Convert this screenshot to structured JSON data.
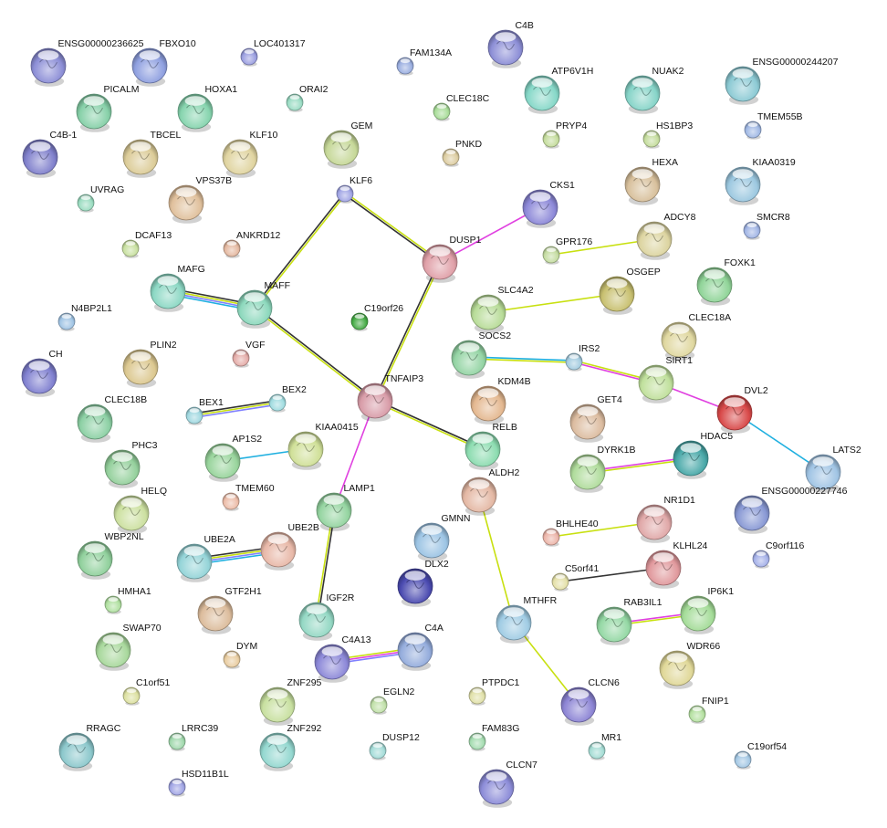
{
  "network": {
    "nodes": [
      {
        "name": "ENSG00000236625",
        "color": "#8c8ed6",
        "size": "large"
      },
      {
        "name": "FBXO10",
        "color": "#8fa0e0",
        "size": "large"
      },
      {
        "name": "LOC401317",
        "color": "#9a9ee0",
        "size": "small"
      },
      {
        "name": "FAM134A",
        "color": "#9aaee0",
        "size": "small"
      },
      {
        "name": "C4B",
        "color": "#8c8ed6",
        "size": "large"
      },
      {
        "name": "C4B-1",
        "color": "#8080cc",
        "size": "large"
      },
      {
        "name": "PICALM",
        "color": "#86d0a8",
        "size": "large"
      },
      {
        "name": "HOXA1",
        "color": "#86d4ae",
        "size": "large"
      },
      {
        "name": "ORAI2",
        "color": "#9adcc4",
        "size": "small"
      },
      {
        "name": "GEM",
        "color": "#c6d898",
        "size": "large"
      },
      {
        "name": "CLEC18C",
        "color": "#a8dc98",
        "size": "small"
      },
      {
        "name": "ATP6V1H",
        "color": "#86d8c8",
        "size": "large"
      },
      {
        "name": "NUAK2",
        "color": "#86d4c8",
        "size": "large"
      },
      {
        "name": "ENSG00000244207",
        "color": "#8ccad4",
        "size": "large"
      },
      {
        "name": "TMEM55B",
        "color": "#a0b8e4",
        "size": "small"
      },
      {
        "name": "PRYP4",
        "color": "#c4dc9c",
        "size": "small"
      },
      {
        "name": "HS1BP3",
        "color": "#c4dc9c",
        "size": "small"
      },
      {
        "name": "PNKD",
        "color": "#dccca0",
        "size": "small"
      },
      {
        "name": "TBCEL",
        "color": "#dccc98",
        "size": "large"
      },
      {
        "name": "KLF10",
        "color": "#e0d4a0",
        "size": "large"
      },
      {
        "name": "KLF6",
        "color": "#a0a4e4",
        "size": "small"
      },
      {
        "name": "HEXA",
        "color": "#d8c09c",
        "size": "large"
      },
      {
        "name": "KIAA0319",
        "color": "#9cc8e0",
        "size": "large"
      },
      {
        "name": "VPS37B",
        "color": "#e0c09c",
        "size": "large"
      },
      {
        "name": "UVRAG",
        "color": "#9adcc0",
        "size": "small"
      },
      {
        "name": "CKS1",
        "color": "#8c88d8",
        "size": "large"
      },
      {
        "name": "DCAF13",
        "color": "#c8e0a0",
        "size": "small"
      },
      {
        "name": "ANKRD12",
        "color": "#e4b8a0",
        "size": "small"
      },
      {
        "name": "DUSP1",
        "color": "#e0a0a8",
        "size": "large"
      },
      {
        "name": "ADCY8",
        "color": "#dcd4a0",
        "size": "large"
      },
      {
        "name": "GPR176",
        "color": "#c4dca0",
        "size": "small"
      },
      {
        "name": "SMCR8",
        "color": "#a0b4e4",
        "size": "small"
      },
      {
        "name": "MAFG",
        "color": "#8cd8c4",
        "size": "large"
      },
      {
        "name": "MAFF",
        "color": "#8cd8bc",
        "size": "large"
      },
      {
        "name": "N4BP2L1",
        "color": "#a0c4e4",
        "size": "small"
      },
      {
        "name": "C19orf26",
        "color": "#44aa44",
        "size": "small"
      },
      {
        "name": "FOXK1",
        "color": "#90d498",
        "size": "large"
      },
      {
        "name": "OSGEP",
        "color": "#c8c070",
        "size": "large"
      },
      {
        "name": "SLC4A2",
        "color": "#b8dc98",
        "size": "large"
      },
      {
        "name": "CLEC18A",
        "color": "#e0d8a0",
        "size": "large"
      },
      {
        "name": "SOCS2",
        "color": "#94d4a4",
        "size": "large"
      },
      {
        "name": "IRS2",
        "color": "#a4cce0",
        "size": "small"
      },
      {
        "name": "SIRT1",
        "color": "#c0e09c",
        "size": "large"
      },
      {
        "name": "PLIN2",
        "color": "#dcc890",
        "size": "large"
      },
      {
        "name": "VGF",
        "color": "#e4aca8",
        "size": "small"
      },
      {
        "name": "CH",
        "color": "#8080d0",
        "size": "large"
      },
      {
        "name": "TNFAIP3",
        "color": "#d89ca8",
        "size": "large"
      },
      {
        "name": "KDM4B",
        "color": "#e4b890",
        "size": "large"
      },
      {
        "name": "DVL2",
        "color": "#d84848",
        "size": "large"
      },
      {
        "name": "BEX1",
        "color": "#a0d8e0",
        "size": "small"
      },
      {
        "name": "BEX2",
        "color": "#a0dce0",
        "size": "small"
      },
      {
        "name": "CLEC18B",
        "color": "#8cd0a4",
        "size": "large"
      },
      {
        "name": "GET4",
        "color": "#dcbca0",
        "size": "large"
      },
      {
        "name": "KIAA0415",
        "color": "#d0e098",
        "size": "large"
      },
      {
        "name": "AP1S2",
        "color": "#98d49c",
        "size": "large"
      },
      {
        "name": "RELB",
        "color": "#8cdcb0",
        "size": "large"
      },
      {
        "name": "PHC3",
        "color": "#94d09c",
        "size": "large"
      },
      {
        "name": "DYRK1B",
        "color": "#b0dc9c",
        "size": "large"
      },
      {
        "name": "HDAC5",
        "color": "#48a8a8",
        "size": "large"
      },
      {
        "name": "LATS2",
        "color": "#a0c4e4",
        "size": "large"
      },
      {
        "name": "ALDH2",
        "color": "#e4b8a4",
        "size": "large"
      },
      {
        "name": "LAMP1",
        "color": "#94d4a0",
        "size": "large"
      },
      {
        "name": "TMEM60",
        "color": "#ecbca8",
        "size": "small"
      },
      {
        "name": "HELQ",
        "color": "#cce0a0",
        "size": "large"
      },
      {
        "name": "NR1D1",
        "color": "#e0a8a8",
        "size": "large"
      },
      {
        "name": "ENSG00000227746",
        "color": "#8898d4",
        "size": "large"
      },
      {
        "name": "GMNN",
        "color": "#9cc4e4",
        "size": "large"
      },
      {
        "name": "BHLHE40",
        "color": "#ecb4a8",
        "size": "small"
      },
      {
        "name": "UBE2B",
        "color": "#e8b8a8",
        "size": "large"
      },
      {
        "name": "UBE2A",
        "color": "#94d4d8",
        "size": "large"
      },
      {
        "name": "WBP2NL",
        "color": "#90d09c",
        "size": "large"
      },
      {
        "name": "DLX2",
        "color": "#4a4ab0",
        "size": "large"
      },
      {
        "name": "KLHL24",
        "color": "#e0989c",
        "size": "large"
      },
      {
        "name": "C9orf116",
        "color": "#a4b0e8",
        "size": "small"
      },
      {
        "name": "C5orf41",
        "color": "#e4e0a8",
        "size": "small"
      },
      {
        "name": "HMHA1",
        "color": "#b0e0a0",
        "size": "small"
      },
      {
        "name": "GTF2H1",
        "color": "#dcbc9c",
        "size": "large"
      },
      {
        "name": "IGF2R",
        "color": "#94d8c4",
        "size": "large"
      },
      {
        "name": "MTHFR",
        "color": "#a0cce4",
        "size": "large"
      },
      {
        "name": "RAB3IL1",
        "color": "#94d8a4",
        "size": "large"
      },
      {
        "name": "IP6K1",
        "color": "#a4dc98",
        "size": "large"
      },
      {
        "name": "SWAP70",
        "color": "#a8d89c",
        "size": "large"
      },
      {
        "name": "DYM",
        "color": "#e8cca0",
        "size": "small"
      },
      {
        "name": "C4A13",
        "color": "#8c88d8",
        "size": "large"
      },
      {
        "name": "C4A",
        "color": "#94acdc",
        "size": "large"
      },
      {
        "name": "WDR66",
        "color": "#e0d898",
        "size": "large"
      },
      {
        "name": "C1orf51",
        "color": "#dce0a0",
        "size": "small"
      },
      {
        "name": "ZNF295",
        "color": "#c8e0a0",
        "size": "large"
      },
      {
        "name": "EGLN2",
        "color": "#c0e0a8",
        "size": "small"
      },
      {
        "name": "PTPDC1",
        "color": "#e0e0a8",
        "size": "small"
      },
      {
        "name": "CLCN6",
        "color": "#8c84d4",
        "size": "large"
      },
      {
        "name": "FNIP1",
        "color": "#b4e0a0",
        "size": "small"
      },
      {
        "name": "RRAGC",
        "color": "#8cc8cc",
        "size": "large"
      },
      {
        "name": "LRRC39",
        "color": "#a0d8ac",
        "size": "small"
      },
      {
        "name": "ZNF292",
        "color": "#94d8d0",
        "size": "large"
      },
      {
        "name": "DUSP12",
        "color": "#a4dcd8",
        "size": "small"
      },
      {
        "name": "FAM83G",
        "color": "#a4dcb0",
        "size": "small"
      },
      {
        "name": "MR1",
        "color": "#a4dcd4",
        "size": "small"
      },
      {
        "name": "C19orf54",
        "color": "#a4c8e4",
        "size": "small"
      },
      {
        "name": "HSD11B1L",
        "color": "#a0a4e4",
        "size": "small"
      },
      {
        "name": "CLCN7",
        "color": "#8c8cd8",
        "size": "large"
      }
    ],
    "edges": [
      {
        "source": "KLF6",
        "target": "MAFF",
        "colors": [
          "#c8e010",
          "#333333"
        ]
      },
      {
        "source": "KLF6",
        "target": "DUSP1",
        "colors": [
          "#c8e010",
          "#333333"
        ]
      },
      {
        "source": "DUSP1",
        "target": "CKS1",
        "colors": [
          "#e040e0"
        ]
      },
      {
        "source": "DUSP1",
        "target": "TNFAIP3",
        "colors": [
          "#c8e010",
          "#333333"
        ]
      },
      {
        "source": "MAFG",
        "target": "MAFF",
        "colors": [
          "#333333",
          "#c8e010",
          "#8080ff",
          "#20b0e0"
        ]
      },
      {
        "source": "MAFF",
        "target": "TNFAIP3",
        "colors": [
          "#333333",
          "#c8e010"
        ]
      },
      {
        "source": "TNFAIP3",
        "target": "RELB",
        "colors": [
          "#333333",
          "#c8e010"
        ]
      },
      {
        "source": "TNFAIP3",
        "target": "LAMP1",
        "colors": [
          "#e040e0"
        ]
      },
      {
        "source": "BEX1",
        "target": "BEX2",
        "colors": [
          "#333333",
          "#c8e010",
          "#8080ff"
        ]
      },
      {
        "source": "AP1S2",
        "target": "KIAA0415",
        "colors": [
          "#20b0e0"
        ]
      },
      {
        "source": "GPR176",
        "target": "ADCY8",
        "colors": [
          "#c8e010"
        ]
      },
      {
        "source": "SLC4A2",
        "target": "OSGEP",
        "colors": [
          "#c8e010"
        ]
      },
      {
        "source": "SOCS2",
        "target": "IRS2",
        "colors": [
          "#20b0e0",
          "#c8e010"
        ]
      },
      {
        "source": "IRS2",
        "target": "SIRT1",
        "colors": [
          "#c8e010",
          "#e040e0"
        ]
      },
      {
        "source": "SIRT1",
        "target": "DVL2",
        "colors": [
          "#e040e0"
        ]
      },
      {
        "source": "DVL2",
        "target": "LATS2",
        "colors": [
          "#20b0e0"
        ]
      },
      {
        "source": "DYRK1B",
        "target": "HDAC5",
        "colors": [
          "#e040e0",
          "#c8e010"
        ]
      },
      {
        "source": "ALDH2",
        "target": "MTHFR",
        "colors": [
          "#c8e010"
        ]
      },
      {
        "source": "MTHFR",
        "target": "CLCN6",
        "colors": [
          "#c8e010"
        ]
      },
      {
        "source": "BHLHE40",
        "target": "NR1D1",
        "colors": [
          "#c8e010"
        ]
      },
      {
        "source": "C5orf41",
        "target": "KLHL24",
        "colors": [
          "#333333"
        ]
      },
      {
        "source": "RAB3IL1",
        "target": "IP6K1",
        "colors": [
          "#e040e0",
          "#c8e010"
        ]
      },
      {
        "source": "LAMP1",
        "target": "IGF2R",
        "colors": [
          "#333333",
          "#c8e010"
        ]
      },
      {
        "source": "UBE2A",
        "target": "UBE2B",
        "colors": [
          "#333333",
          "#c8e010",
          "#8080ff",
          "#20b0e0"
        ]
      },
      {
        "source": "C4A13",
        "target": "C4A",
        "colors": [
          "#c8e010",
          "#e040e0",
          "#8080ff"
        ]
      }
    ]
  }
}
